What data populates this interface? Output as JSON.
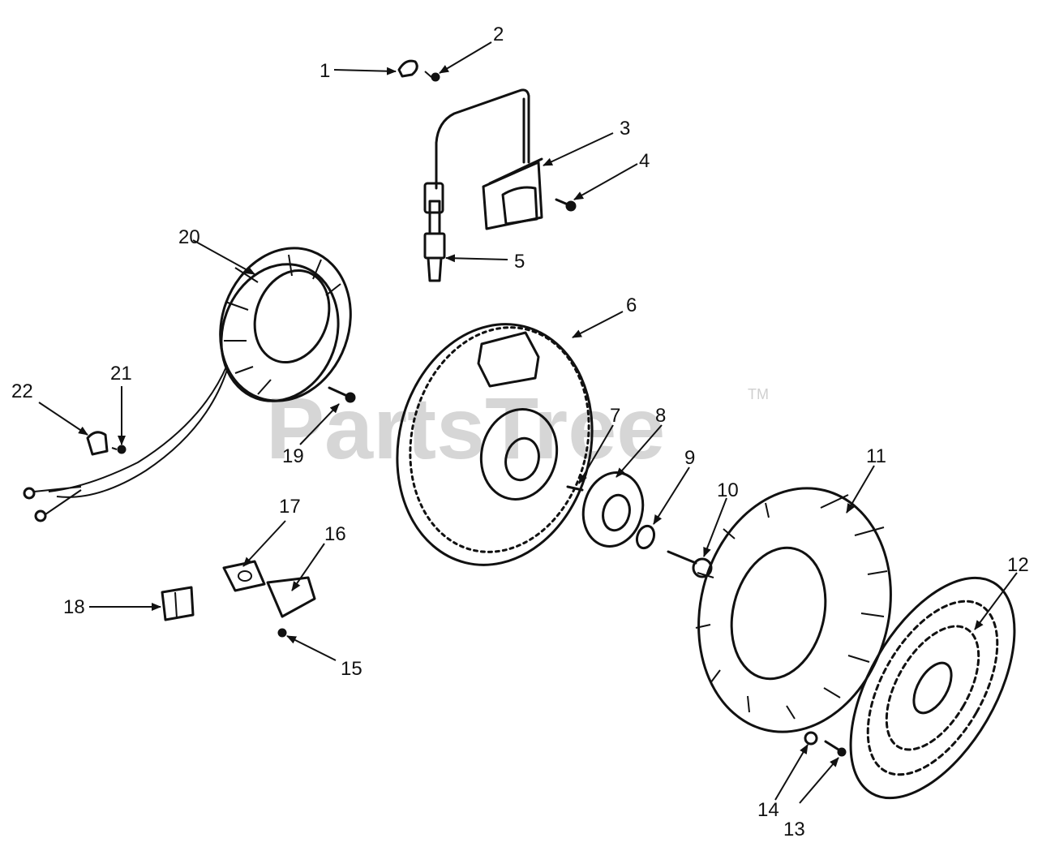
{
  "watermark": {
    "text": "PartsTree",
    "trademark": "TM"
  },
  "callouts": [
    {
      "num": "1"
    },
    {
      "num": "2"
    },
    {
      "num": "3"
    },
    {
      "num": "4"
    },
    {
      "num": "5"
    },
    {
      "num": "6"
    },
    {
      "num": "7"
    },
    {
      "num": "8"
    },
    {
      "num": "9"
    },
    {
      "num": "10"
    },
    {
      "num": "11"
    },
    {
      "num": "12"
    },
    {
      "num": "13"
    },
    {
      "num": "14"
    },
    {
      "num": "15"
    },
    {
      "num": "16"
    },
    {
      "num": "17"
    },
    {
      "num": "18"
    },
    {
      "num": "19"
    },
    {
      "num": "20"
    },
    {
      "num": "21"
    },
    {
      "num": "22"
    }
  ],
  "colors": {
    "ink": "#111111",
    "watermark": "#d6d6d6",
    "background": "#ffffff"
  }
}
